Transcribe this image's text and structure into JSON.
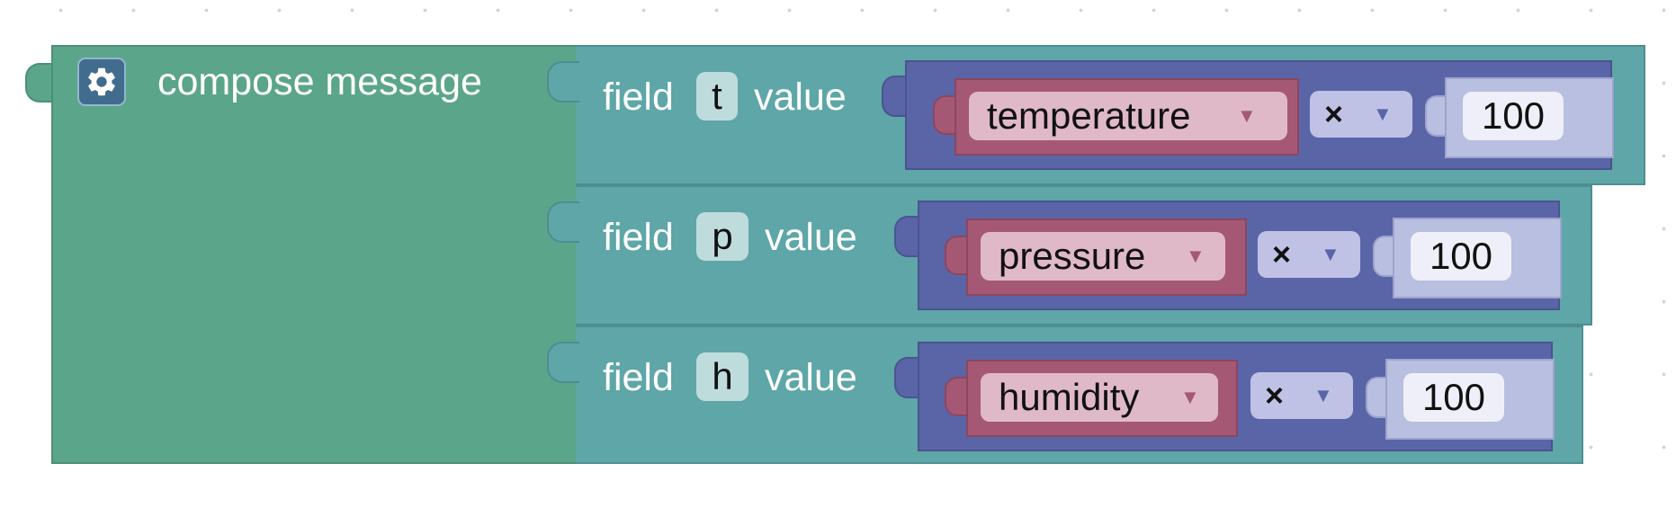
{
  "block": {
    "title": "compose message",
    "icon": "gear-icon",
    "fields": [
      {
        "field_label": "field",
        "key": "t",
        "value_label": "value",
        "variable": "temperature",
        "operator": "×",
        "number": "100"
      },
      {
        "field_label": "field",
        "key": "p",
        "value_label": "value",
        "variable": "pressure",
        "operator": "×",
        "number": "100"
      },
      {
        "field_label": "field",
        "key": "h",
        "value_label": "value",
        "variable": "humidity",
        "operator": "×",
        "number": "100"
      }
    ]
  },
  "dropdown_arrow": "▼",
  "colors": {
    "message_block": "#5ba58a",
    "field_block": "#5ea6a7",
    "math_block": "#5a65a8",
    "variable_block": "#a55874",
    "number_block": "#b9bfe0"
  }
}
